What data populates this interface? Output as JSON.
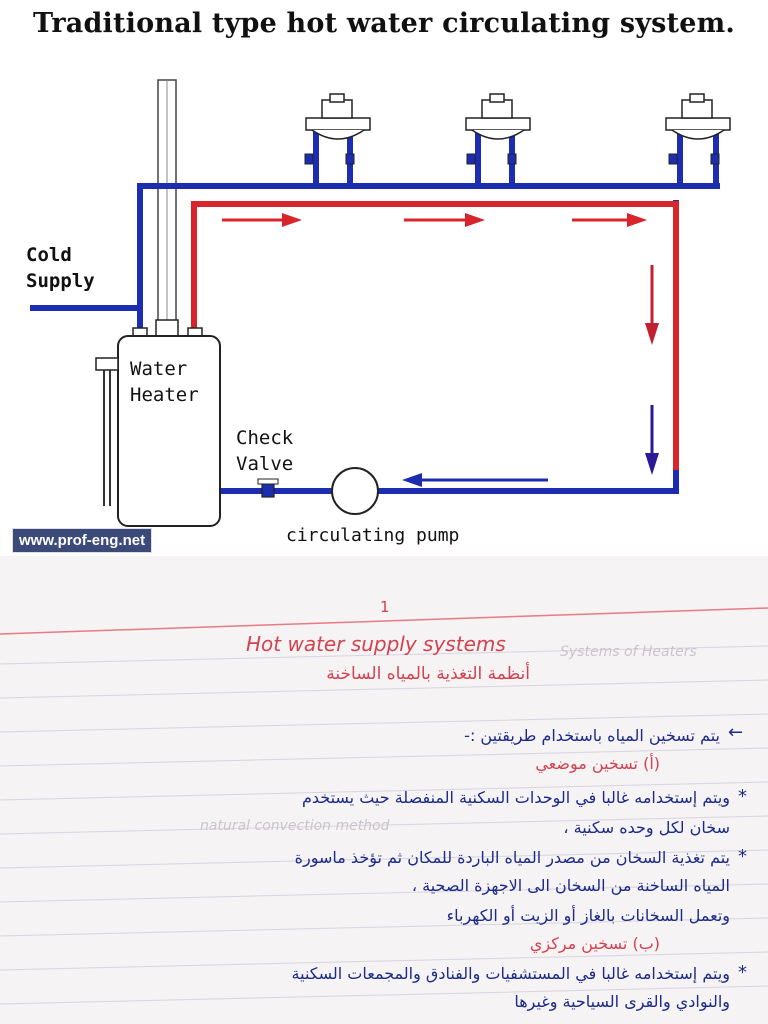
{
  "diagram": {
    "title": "Traditional type hot water circulating system.",
    "labels": {
      "cold_supply_line1": "Cold",
      "cold_supply_line2": "Supply",
      "water_heater_line1": "Water",
      "water_heater_line2": "Heater",
      "check_valve_line1": "Check",
      "check_valve_line2": "Valve",
      "circulating_pump": "circulating pump"
    },
    "watermark": "www.prof-eng.net",
    "colors": {
      "cold_pipe": "#1c2db0",
      "hot_pipe": "#d8242b",
      "return_arrow": "#2a1a9a"
    },
    "fixtures": [
      "fixture-1",
      "fixture-2",
      "fixture-3"
    ]
  },
  "notes": {
    "page_number": "1",
    "heading_en": "Hot water supply systems",
    "heading_ar": "أنظمة التغذية بالمياه الساخنة",
    "intro": "يتم تسخين المياه باستخدام طريقتين :-",
    "section_a": "(أ) تسخين موضعي",
    "bullet_1_line1": "ويتم إستخدامه غالبا في الوحدات السكنية المنفصلة حيث يستخدم",
    "bullet_1_line2": "سخان لكل وحده سكنية ،",
    "bullet_2_line1": "يتم تغذية السخان من مصدر المياه الباردة للمكان ثم تؤخذ ماسورة",
    "bullet_2_line2": "المياه الساخنة من السخان الى الاجهزة الصحية ،",
    "bullet_2_line3": "وتعمل السخانات بالغاز أو الزيت أو الكهرباء",
    "section_b": "(ب) تسخين مركزي",
    "bullet_3_line1": "ويتم إستخدامه غالبا في المستشفيات والفنادق والمجمعات السكنية",
    "bullet_3_line2": "والنوادي والقرى السياحية وغيرها",
    "ghost_text_1": "Systems  of  Heaters",
    "ghost_text_2": "natural  convection  method"
  }
}
